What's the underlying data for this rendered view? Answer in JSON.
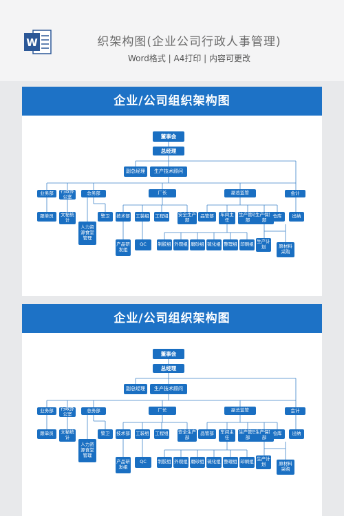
{
  "header": {
    "title": "织架构图(企业公司行政人事管理)",
    "subtitle": "Word格式 | A4打印 | 内容可更改",
    "icon": "word-icon",
    "icon_letter": "W",
    "accent": "#2b5797"
  },
  "sheets": [
    {
      "banner": "企业/公司组织架构图"
    },
    {
      "banner": "企业/公司组织架构图"
    }
  ],
  "org": {
    "board": "董事会",
    "gm": "总经理",
    "vp": "副总经理",
    "advisor": "生产技术顾问",
    "business": "业务部",
    "business_staff": "跟单员",
    "admin": "行政办公室",
    "admin_clerk": "文秘统计",
    "general_affairs": "总务部",
    "hr": "人力资源食堂管理",
    "guard": "警卫",
    "factory": "厂长",
    "tech": "技术部",
    "rnd": "产品研发组",
    "tooling": "工装组",
    "process": "工程组",
    "safety": "安全生产部",
    "qc": "QC",
    "deputy_director": "副总监管",
    "quality": "品管部",
    "workshop": "车间主任",
    "prod_mgmt": "生产管理部",
    "prod_support": "生产保障部",
    "warehouse": "仓库",
    "molding": "制胶组",
    "appearance": "外观组",
    "grinding": "磨砂组",
    "polishing": "硫化组",
    "finishing": "整理组",
    "printing": "印刷组",
    "prod_plan": "生产计划",
    "purchasing": "原材料采购",
    "accounting": "会计",
    "cashier": "出纳"
  },
  "colors": {
    "banner": "#1d72c6",
    "node": "#1a6fc2",
    "line": "#3d83c9"
  }
}
